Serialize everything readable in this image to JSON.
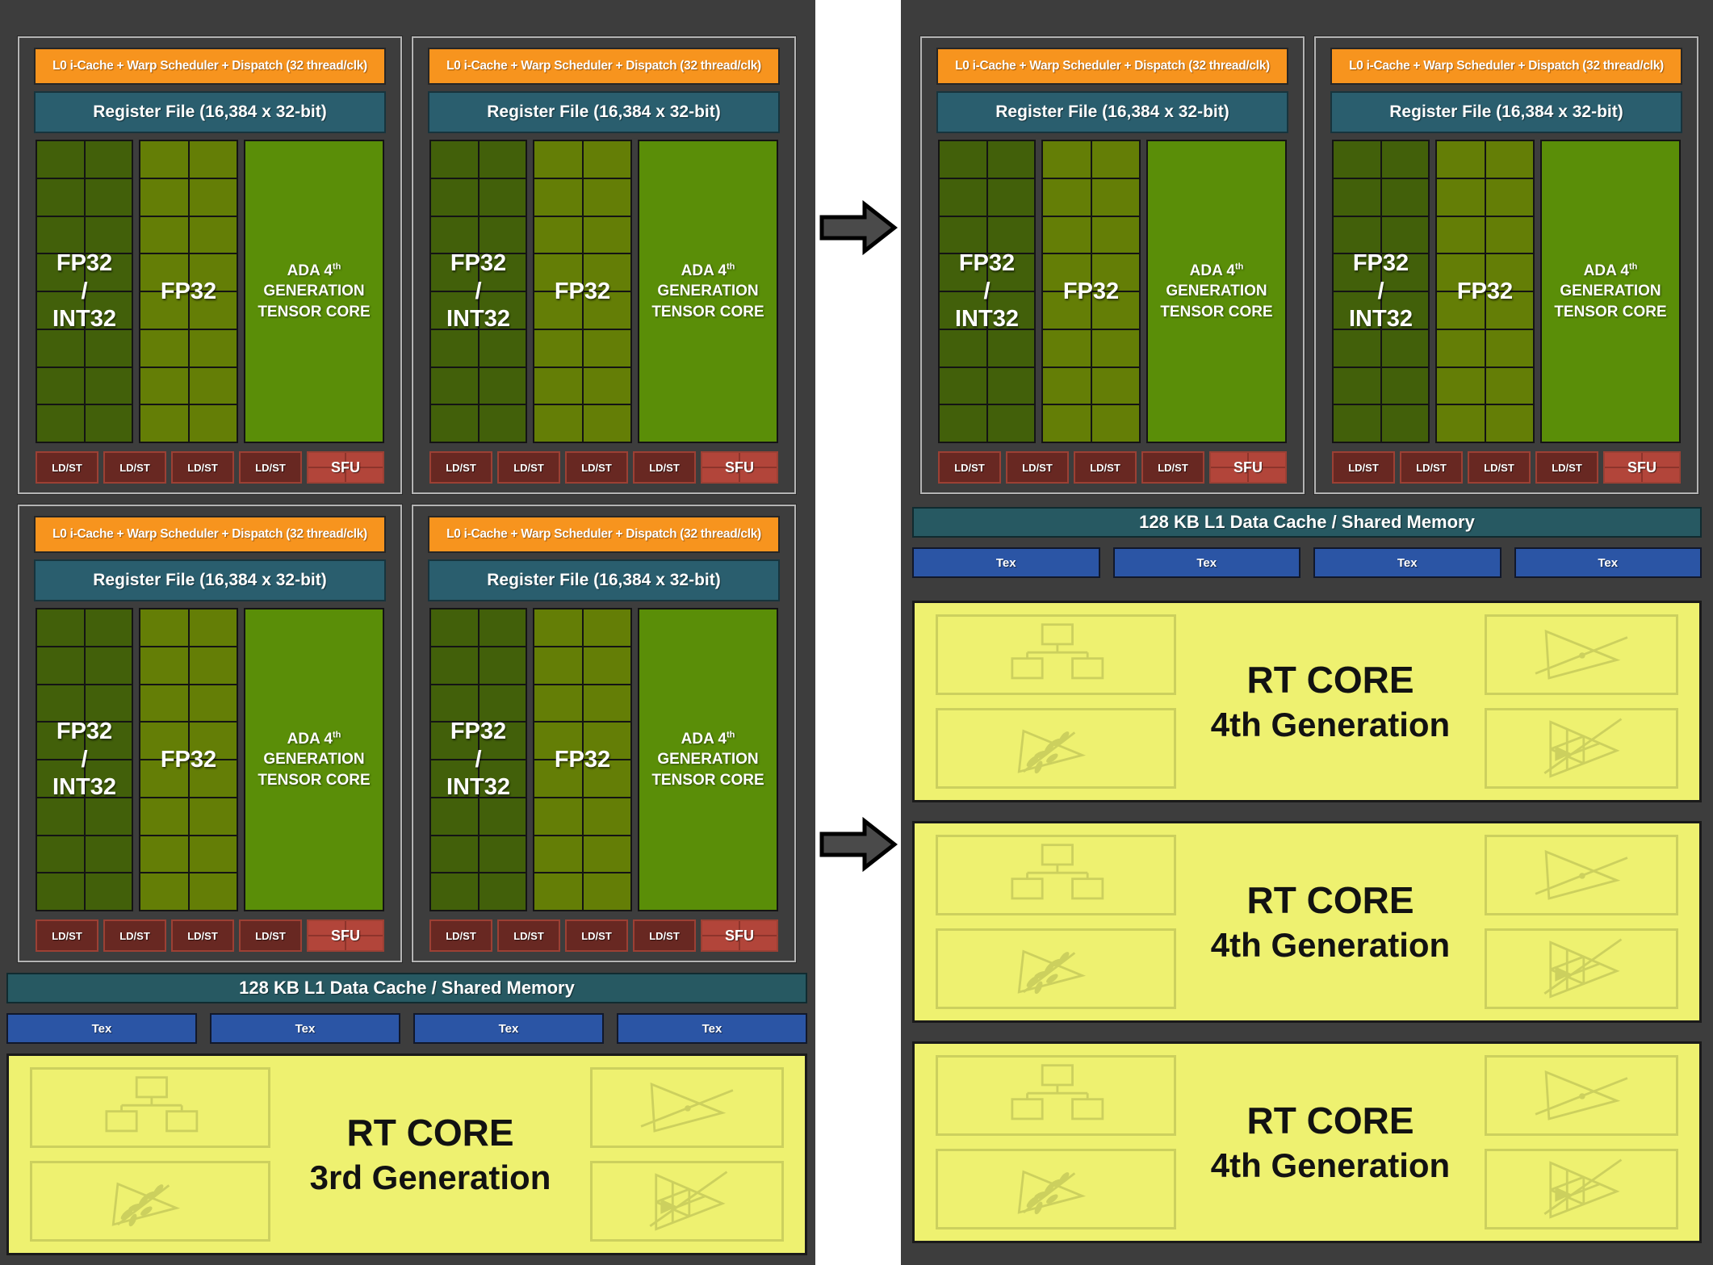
{
  "sm": {
    "header": "L0 i-Cache + Warp Scheduler + Dispatch (32 thread/clk)",
    "register_file": "Register File (16,384 x 32-bit)",
    "fp32_int32": {
      "l1": "FP32",
      "l2": "/",
      "l3": "INT32"
    },
    "fp32": "FP32",
    "tensor": {
      "l1": "ADA 4",
      "sup": "th",
      "l2": "GENERATION",
      "l3": "TENSOR CORE"
    },
    "ldst": "LD/ST",
    "sfu": "SFU"
  },
  "left_panel": {
    "sm_count": 4,
    "l1_cache": "128 KB L1 Data Cache / Shared Memory",
    "tex": "Tex",
    "tex_count": 4,
    "rt_core": {
      "title": "RT CORE",
      "subtitle": "3rd Generation"
    }
  },
  "right_panel": {
    "sm_count": 2,
    "l1_cache": "128 KB L1 Data Cache / Shared Memory",
    "tex": "Tex",
    "tex_count": 4,
    "rt_cores": [
      {
        "title": "RT CORE",
        "subtitle": "4th Generation"
      },
      {
        "title": "RT CORE",
        "subtitle": "4th Generation"
      },
      {
        "title": "RT CORE",
        "subtitle": "4th Generation"
      }
    ]
  },
  "icons": {
    "rt_box_icons": [
      "bvh-hierarchy-icon",
      "ray-triangle-intersection-icon",
      "foliage-triangle-icon",
      "micromesh-triangle-icon"
    ],
    "between_panels": "right-arrow-icon"
  },
  "colors": {
    "panel_background": "#3d3d3d",
    "gap_background": "#ffffff",
    "scheduler_orange": "#f7941e",
    "register_file_teal": "#2a5e6e",
    "l1_cache_teal": "#275962",
    "fp32_int32_dark_green": "#42600a",
    "fp32_light_green": "#647e06",
    "tensor_core_green": "#5a8e08",
    "ldst_maroon": "#682822",
    "sfu_red": "#b2453a",
    "tex_blue": "#2b55a5",
    "rt_core_yellow": "#eef170",
    "rt_icon_olive": "#ccd05e",
    "arrow_gray": "#4a4a4a"
  }
}
